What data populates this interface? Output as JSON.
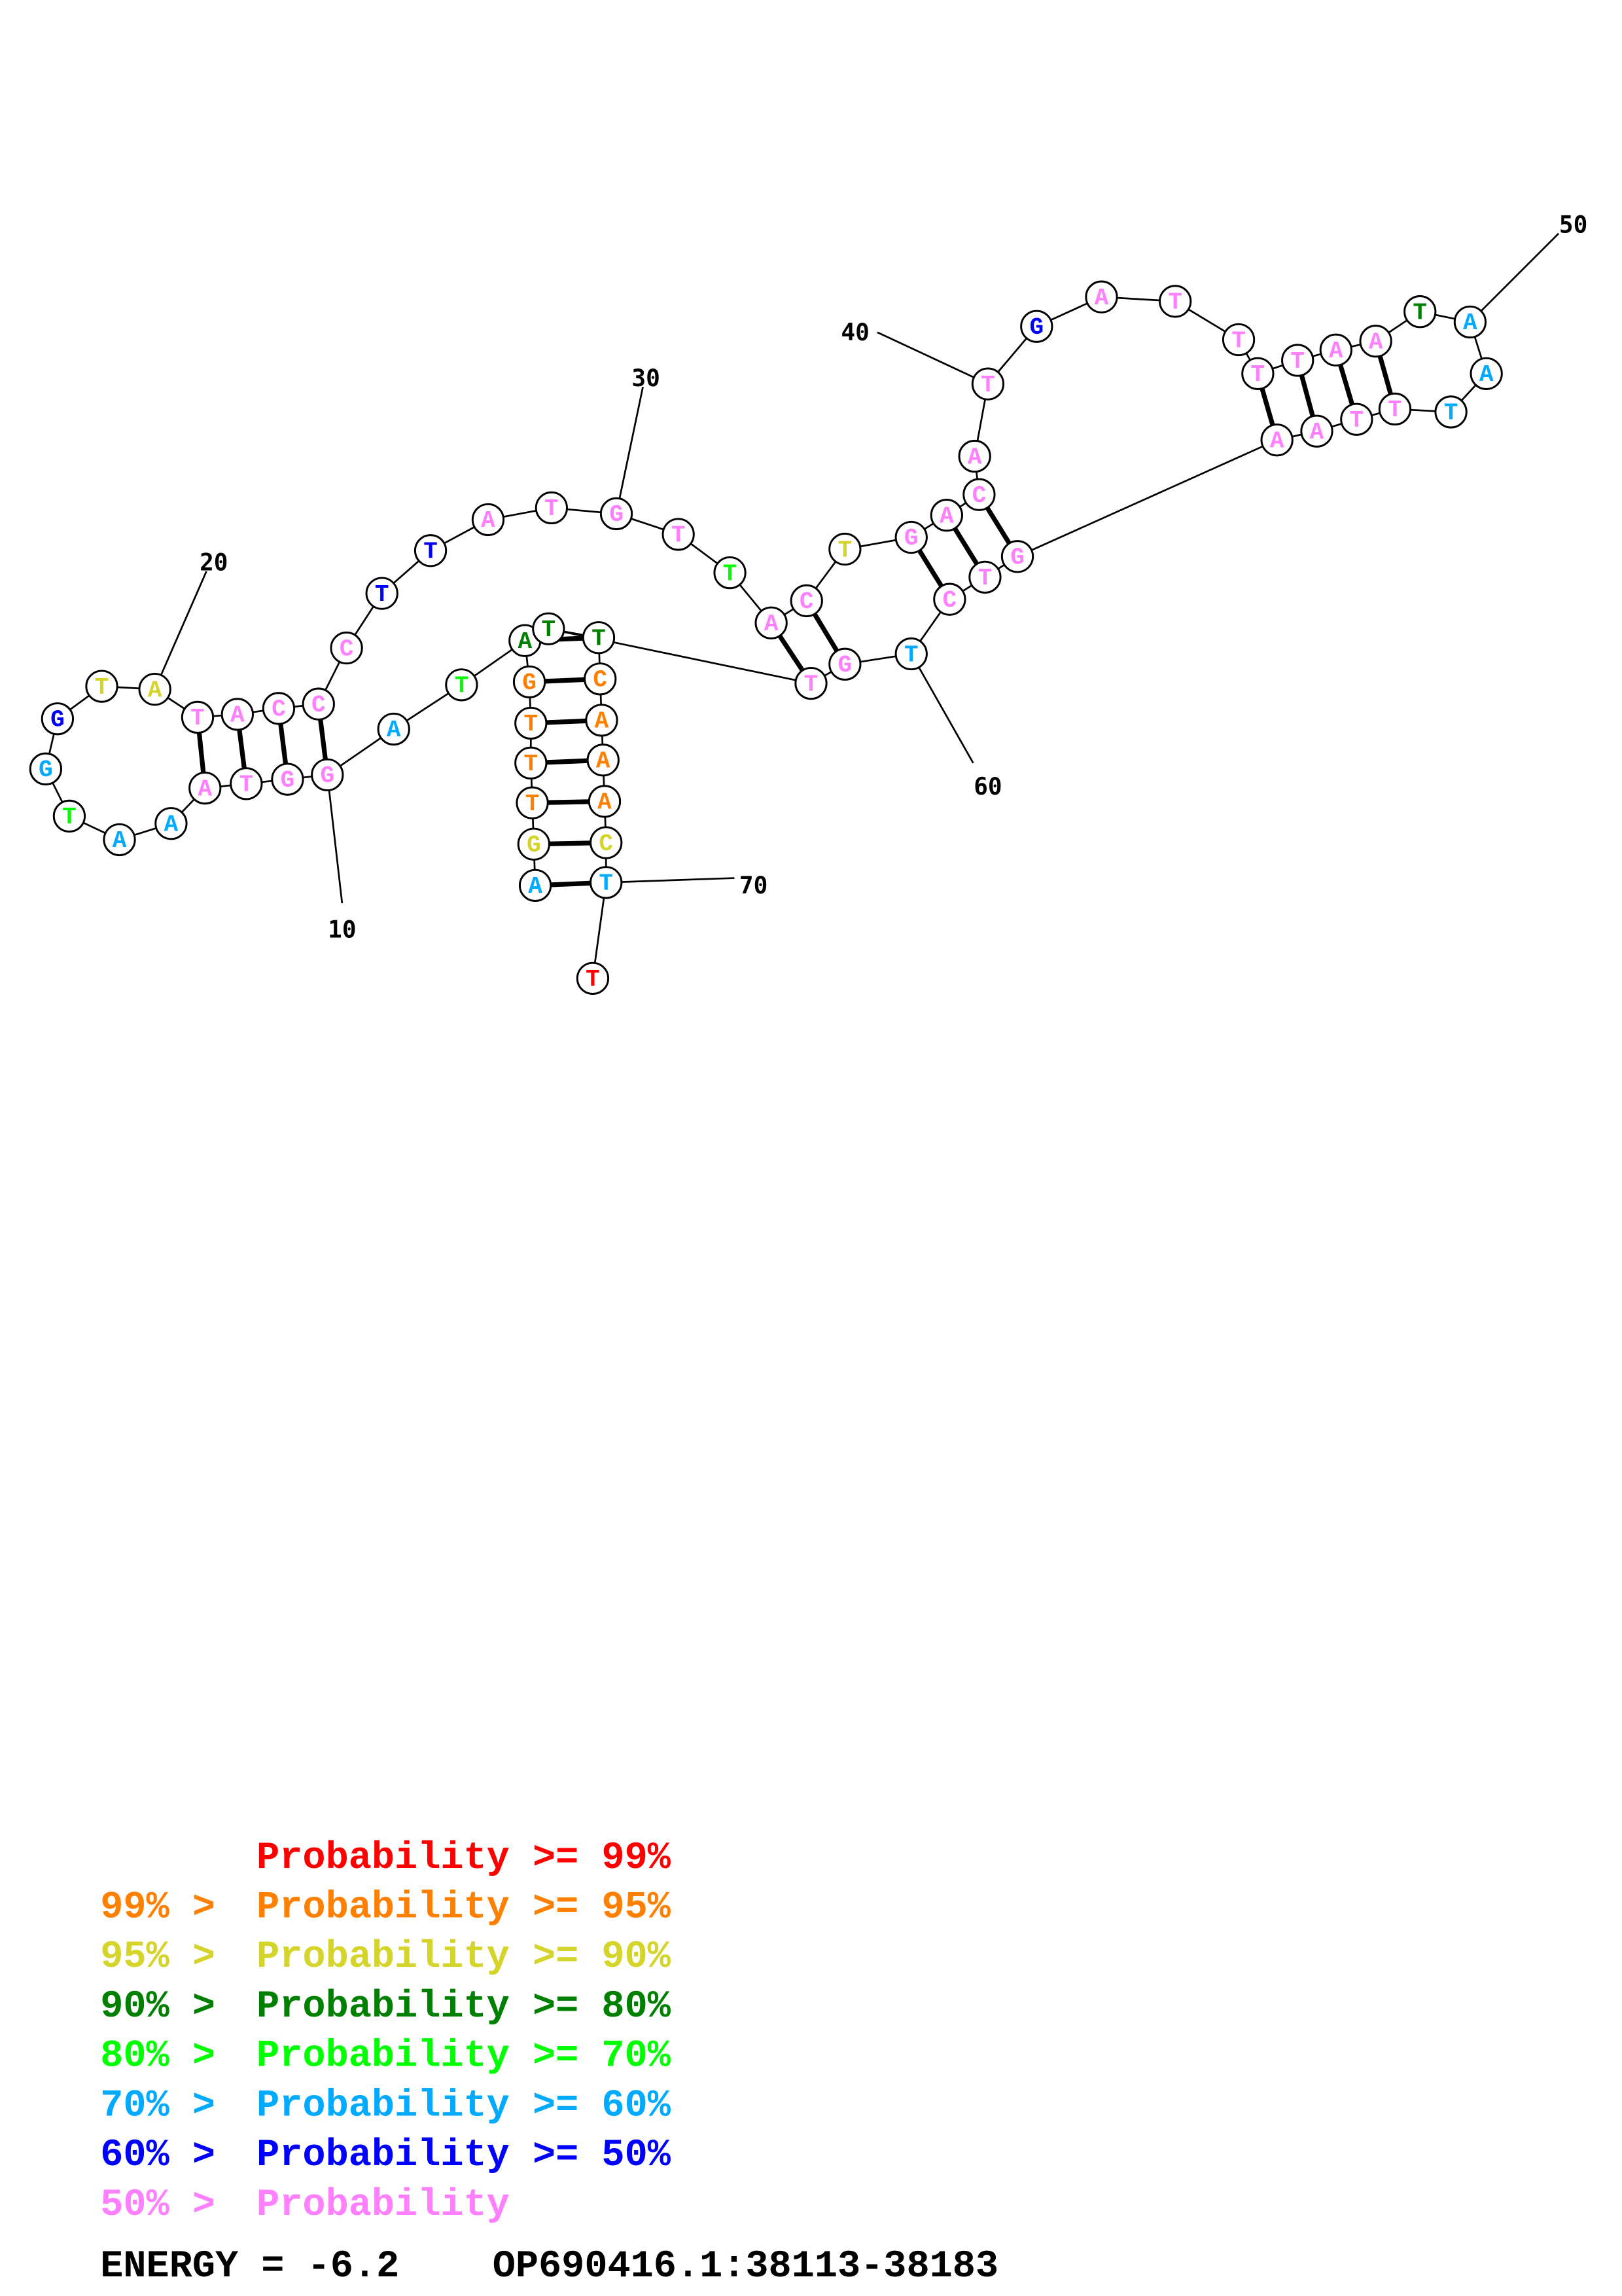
{
  "colors": {
    "p99": "#ff0000",
    "p95": "#ff8000",
    "p90": "#d4d42a",
    "p80": "#008000",
    "p70": "#00ff00",
    "p60": "#00aaff",
    "p50": "#0000ff",
    "plow": "#ff80ff"
  },
  "nucleotides": [
    {
      "n": 1,
      "base": "A",
      "prob": "p60"
    },
    {
      "n": 2,
      "base": "G",
      "prob": "p90"
    },
    {
      "n": 3,
      "base": "T",
      "prob": "p95"
    },
    {
      "n": 4,
      "base": "T",
      "prob": "p95"
    },
    {
      "n": 5,
      "base": "T",
      "prob": "p95"
    },
    {
      "n": 6,
      "base": "G",
      "prob": "p95"
    },
    {
      "n": 7,
      "base": "A",
      "prob": "p80"
    },
    {
      "n": 8,
      "base": "T",
      "prob": "p70"
    },
    {
      "n": 9,
      "base": "A",
      "prob": "p60"
    },
    {
      "n": 10,
      "base": "G",
      "prob": "plow"
    },
    {
      "n": 11,
      "base": "G",
      "prob": "plow"
    },
    {
      "n": 12,
      "base": "T",
      "prob": "plow"
    },
    {
      "n": 13,
      "base": "A",
      "prob": "plow"
    },
    {
      "n": 14,
      "base": "A",
      "prob": "p60"
    },
    {
      "n": 15,
      "base": "A",
      "prob": "p60"
    },
    {
      "n": 16,
      "base": "T",
      "prob": "p70"
    },
    {
      "n": 17,
      "base": "G",
      "prob": "p60"
    },
    {
      "n": 18,
      "base": "G",
      "prob": "p50"
    },
    {
      "n": 19,
      "base": "T",
      "prob": "p90"
    },
    {
      "n": 20,
      "base": "A",
      "prob": "p90"
    },
    {
      "n": 21,
      "base": "T",
      "prob": "plow"
    },
    {
      "n": 22,
      "base": "A",
      "prob": "plow"
    },
    {
      "n": 23,
      "base": "C",
      "prob": "plow"
    },
    {
      "n": 24,
      "base": "C",
      "prob": "plow"
    },
    {
      "n": 25,
      "base": "C",
      "prob": "plow"
    },
    {
      "n": 26,
      "base": "T",
      "prob": "p50"
    },
    {
      "n": 27,
      "base": "T",
      "prob": "p50"
    },
    {
      "n": 28,
      "base": "A",
      "prob": "plow"
    },
    {
      "n": 29,
      "base": "T",
      "prob": "plow"
    },
    {
      "n": 30,
      "base": "G",
      "prob": "plow"
    },
    {
      "n": 31,
      "base": "T",
      "prob": "plow"
    },
    {
      "n": 32,
      "base": "T",
      "prob": "p70"
    },
    {
      "n": 33,
      "base": "A",
      "prob": "plow"
    },
    {
      "n": 34,
      "base": "C",
      "prob": "plow"
    },
    {
      "n": 35,
      "base": "T",
      "prob": "p90"
    },
    {
      "n": 36,
      "base": "G",
      "prob": "plow"
    },
    {
      "n": 37,
      "base": "A",
      "prob": "plow"
    },
    {
      "n": 38,
      "base": "C",
      "prob": "plow"
    },
    {
      "n": 39,
      "base": "A",
      "prob": "plow"
    },
    {
      "n": 40,
      "base": "T",
      "prob": "plow"
    },
    {
      "n": 41,
      "base": "G",
      "prob": "p50"
    },
    {
      "n": 42,
      "base": "A",
      "prob": "plow"
    },
    {
      "n": 43,
      "base": "T",
      "prob": "plow"
    },
    {
      "n": 44,
      "base": "T",
      "prob": "plow"
    },
    {
      "n": 45,
      "base": "T",
      "prob": "plow"
    },
    {
      "n": 46,
      "base": "T",
      "prob": "plow"
    },
    {
      "n": 47,
      "base": "A",
      "prob": "plow"
    },
    {
      "n": 48,
      "base": "A",
      "prob": "plow"
    },
    {
      "n": 49,
      "base": "T",
      "prob": "p80"
    },
    {
      "n": 50,
      "base": "A",
      "prob": "p60"
    },
    {
      "n": 51,
      "base": "A",
      "prob": "p60"
    },
    {
      "n": 52,
      "base": "T",
      "prob": "p60"
    },
    {
      "n": 53,
      "base": "T",
      "prob": "plow"
    },
    {
      "n": 54,
      "base": "T",
      "prob": "plow"
    },
    {
      "n": 55,
      "base": "A",
      "prob": "plow"
    },
    {
      "n": 56,
      "base": "A",
      "prob": "plow"
    },
    {
      "n": 57,
      "base": "G",
      "prob": "plow"
    },
    {
      "n": 58,
      "base": "T",
      "prob": "plow"
    },
    {
      "n": 59,
      "base": "C",
      "prob": "plow"
    },
    {
      "n": 60,
      "base": "T",
      "prob": "p60"
    },
    {
      "n": 61,
      "base": "G",
      "prob": "plow"
    },
    {
      "n": 62,
      "base": "T",
      "prob": "plow"
    },
    {
      "n": 63,
      "base": "T",
      "prob": "p80"
    },
    {
      "n": 64,
      "base": "T",
      "prob": "p80"
    },
    {
      "n": 65,
      "base": "C",
      "prob": "p95"
    },
    {
      "n": 66,
      "base": "A",
      "prob": "p95"
    },
    {
      "n": 67,
      "base": "A",
      "prob": "p95"
    },
    {
      "n": 68,
      "base": "A",
      "prob": "p95"
    },
    {
      "n": 69,
      "base": "C",
      "prob": "p90"
    },
    {
      "n": 70,
      "base": "T",
      "prob": "p60"
    },
    {
      "n": 71,
      "base": "T",
      "prob": "p99"
    }
  ],
  "pairs": [
    [
      1,
      70
    ],
    [
      2,
      69
    ],
    [
      3,
      68
    ],
    [
      4,
      67
    ],
    [
      5,
      66
    ],
    [
      6,
      65
    ],
    [
      7,
      64
    ],
    [
      10,
      24
    ],
    [
      11,
      23
    ],
    [
      12,
      22
    ],
    [
      13,
      21
    ],
    [
      33,
      62
    ],
    [
      34,
      61
    ],
    [
      36,
      59
    ],
    [
      37,
      58
    ],
    [
      38,
      57
    ],
    [
      45,
      56
    ],
    [
      46,
      55
    ],
    [
      47,
      54
    ],
    [
      48,
      53
    ]
  ],
  "position_labels": [
    "10",
    "20",
    "30",
    "40",
    "50",
    "60",
    "70"
  ],
  "legend": [
    {
      "prefix": "",
      "text": "Probability >= 99%",
      "prob": "p99"
    },
    {
      "prefix": "99% > ",
      "text": "Probability >= 95%",
      "prob": "p95"
    },
    {
      "prefix": "95% > ",
      "text": "Probability >= 90%",
      "prob": "p90"
    },
    {
      "prefix": "90% > ",
      "text": "Probability >= 80%",
      "prob": "p80"
    },
    {
      "prefix": "80% > ",
      "text": "Probability >= 70%",
      "prob": "p70"
    },
    {
      "prefix": "70% > ",
      "text": "Probability >= 60%",
      "prob": "p60"
    },
    {
      "prefix": "60% > ",
      "text": "Probability >= 50%",
      "prob": "p50"
    },
    {
      "prefix": "50% > ",
      "text": "Probability",
      "prob": "plow"
    }
  ],
  "footer": {
    "energy": "ENERGY = -6.2",
    "sequence_id": "OP690416.1:38113-38183"
  }
}
